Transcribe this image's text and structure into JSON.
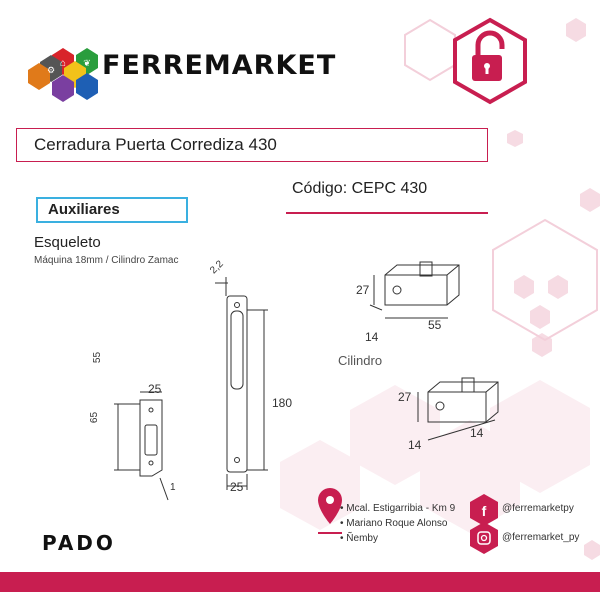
{
  "header": {
    "brand_name": "FERREMARKET",
    "logo_icons": [
      "home-icon",
      "gear-icon",
      "leaf-icon",
      "truck-icon",
      "tools-icon"
    ],
    "badge_icon": "unlocked-padlock-icon"
  },
  "product": {
    "title": "Cerradura Puerta Corrediza 430",
    "code": "Código: CEPC 430",
    "category": "Auxiliares",
    "variant": "Esqueleto",
    "spec": "Máquina 18mm  /  Cilindro Zamac"
  },
  "drawing": {
    "plate_dims": {
      "top": "2,2",
      "height": "180",
      "width": "25"
    },
    "strike_dims": {
      "top": "55",
      "left": "65",
      "width": "25",
      "bottom": "1"
    },
    "cylinder_label": "Cilindro",
    "cyl1_dims": {
      "height": "27",
      "depth": "14",
      "length": "55"
    },
    "cyl2_dims": {
      "height": "27",
      "depth": "14",
      "length": "14"
    }
  },
  "footer": {
    "address_lines": [
      "• Mcal. Estigarribia - Km 9",
      "• Mariano Roque Alonso",
      "• Ñemby"
    ],
    "facebook": "@ferremarketpy",
    "instagram": "@ferremarket_py",
    "maker_logo": "PADO",
    "icons": [
      "map-pin-icon",
      "facebook-icon",
      "instagram-icon"
    ]
  },
  "colors": {
    "accent": "#c81e50",
    "aux_border": "#3ab0e0",
    "hex_light": "#f3d3dd"
  }
}
